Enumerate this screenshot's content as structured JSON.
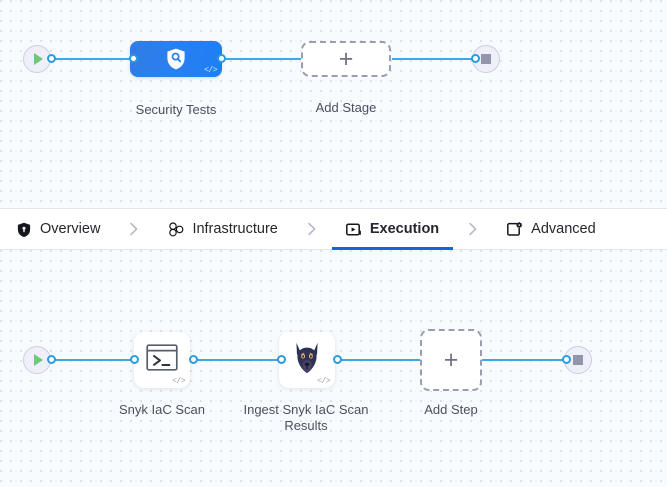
{
  "theme": {
    "canvas_bg": "#f8fbfd",
    "dot_color": "#d3dbe6",
    "wire_color": "#41a5e8",
    "port_color": "#2c9ae0",
    "stage_blue": "#2b7ff0",
    "active_tab_underline": "#1565d8",
    "play_green": "#6fc77a",
    "stop_gray": "#9395ab",
    "label_text": "#4c4f5e"
  },
  "stage_graph": {
    "start_node": {
      "icon": "play-icon",
      "title": "Start"
    },
    "end_node": {
      "icon": "stop-icon",
      "title": "End"
    },
    "nodes": [
      {
        "id": "security-tests",
        "label": "Security Tests",
        "icon": "shield-search-icon",
        "badge": "</>"
      }
    ],
    "add_node": {
      "label": "Add Stage",
      "icon": "plus-icon"
    }
  },
  "tabs": {
    "items": [
      {
        "id": "overview",
        "label": "Overview",
        "icon": "shield-icon",
        "active": false
      },
      {
        "id": "infrastructure",
        "label": "Infrastructure",
        "icon": "cluster-nodes-icon",
        "active": false
      },
      {
        "id": "execution",
        "label": "Execution",
        "icon": "play-box-icon",
        "active": true
      },
      {
        "id": "advanced",
        "label": "Advanced",
        "icon": "gear-box-icon",
        "active": false
      }
    ],
    "separator": "chevron-right-icon"
  },
  "step_graph": {
    "start_node": {
      "icon": "play-icon",
      "title": "Start"
    },
    "end_node": {
      "icon": "stop-icon",
      "title": "End"
    },
    "nodes": [
      {
        "id": "snyk-iac-scan",
        "label": "Snyk IaC Scan",
        "icon": "terminal-icon",
        "badge": "</>"
      },
      {
        "id": "ingest-snyk-iac-scan-results",
        "label": "Ingest Snyk IaC Scan Results",
        "icon": "snyk-dog-icon",
        "badge": "</>"
      }
    ],
    "add_node": {
      "label": "Add Step",
      "icon": "plus-icon"
    }
  }
}
